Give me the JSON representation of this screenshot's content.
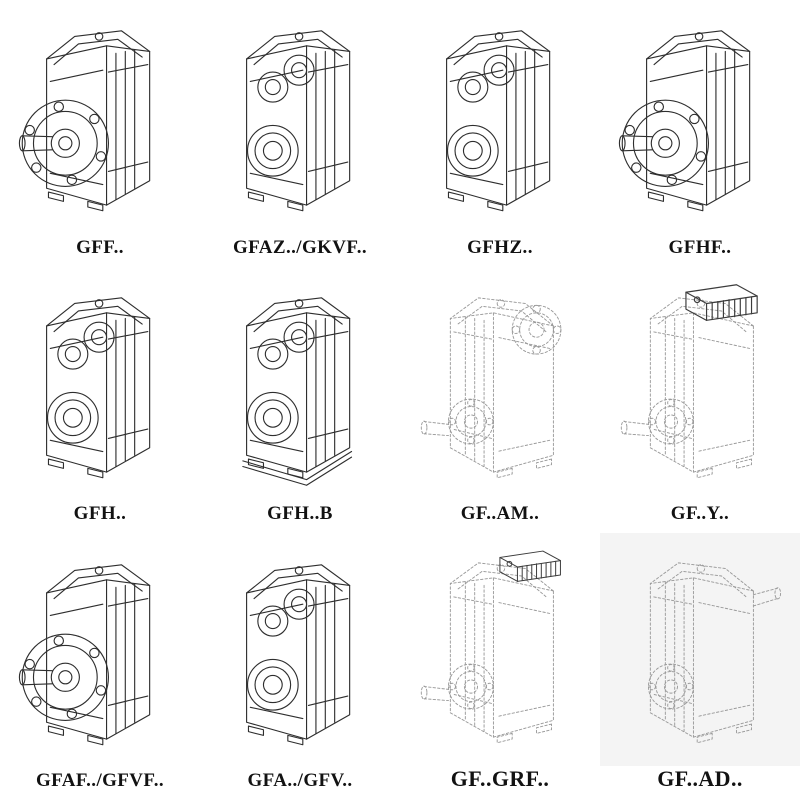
{
  "items": [
    {
      "label": "GFF..",
      "variant": "flange",
      "style": "solid"
    },
    {
      "label": "GFAZ../GKVF..",
      "variant": "bores",
      "style": "solid"
    },
    {
      "label": "GFHZ..",
      "variant": "bores",
      "style": "solid"
    },
    {
      "label": "GFHF..",
      "variant": "flange",
      "style": "solid"
    },
    {
      "label": "GFH..",
      "variant": "bores",
      "style": "solid"
    },
    {
      "label": "GFH..B",
      "variant": "bores-baseplate",
      "style": "solid"
    },
    {
      "label": "GF..AM..",
      "variant": "adapter-flange",
      "style": "dashed"
    },
    {
      "label": "GF..Y..",
      "variant": "with-motor",
      "style": "dashed"
    },
    {
      "label": "GFAF../GFVF..",
      "variant": "flange",
      "style": "solid"
    },
    {
      "label": "GFA../GFV..",
      "variant": "bores",
      "style": "solid"
    },
    {
      "label": "GF..GRF..",
      "variant": "adapter-box",
      "style": "dashed"
    },
    {
      "label": "GF..AD..",
      "variant": "shaft-input",
      "style": "dashed"
    }
  ],
  "colors": {
    "line": "#2e2e2e",
    "dashed_line": "#9a9a9a",
    "background": "#ffffff",
    "panel": "#f4f4f4"
  }
}
